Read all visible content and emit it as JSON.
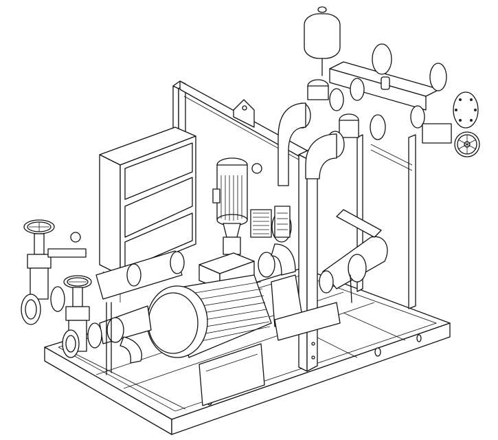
{
  "figure": {
    "type": "isometric line drawing",
    "subject": "pump skid assembly",
    "background_color": "#ffffff",
    "line_color": "#111111",
    "components": [
      "base-frame",
      "lifting-frame",
      "control-panel",
      "horizontal-motor-pump",
      "vertical-motor-pump",
      "expansion-vessel",
      "discharge-manifold",
      "suction-manifold",
      "gate-valves",
      "check-valves",
      "handwheels",
      "pressure-gauges",
      "flexible-bellows"
    ]
  }
}
